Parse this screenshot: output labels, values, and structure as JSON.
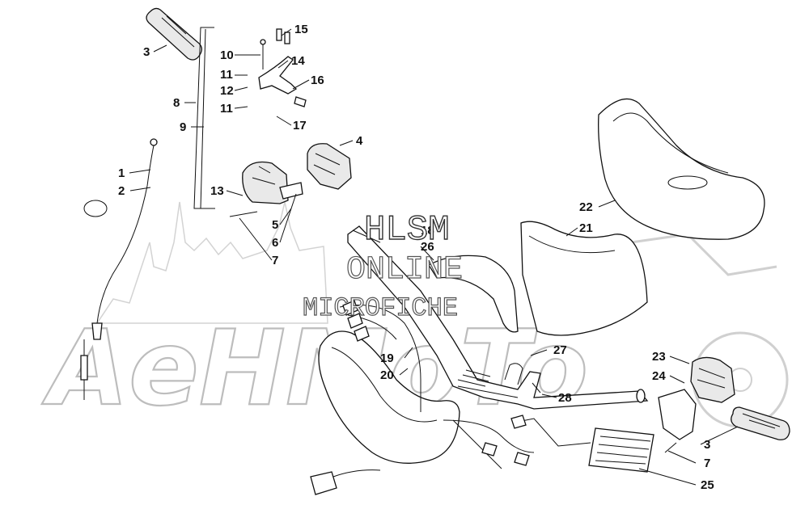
{
  "watermark": {
    "brand": "HLSM",
    "line2": "ONLINE",
    "line3": "MICROFICHE",
    "background_logo": "AeHMoTo"
  },
  "callouts": [
    "1",
    "2",
    "3",
    "4",
    "5",
    "6",
    "7",
    "8",
    "9",
    "10",
    "11",
    "12",
    "13",
    "14",
    "15",
    "16",
    "17",
    "18",
    "19",
    "20",
    "21",
    "22",
    "23",
    "24",
    "25",
    "26",
    "27",
    "28"
  ],
  "colors": {
    "ink": "#111111",
    "watermark": "#bdbdbd",
    "paper": "#ffffff"
  }
}
